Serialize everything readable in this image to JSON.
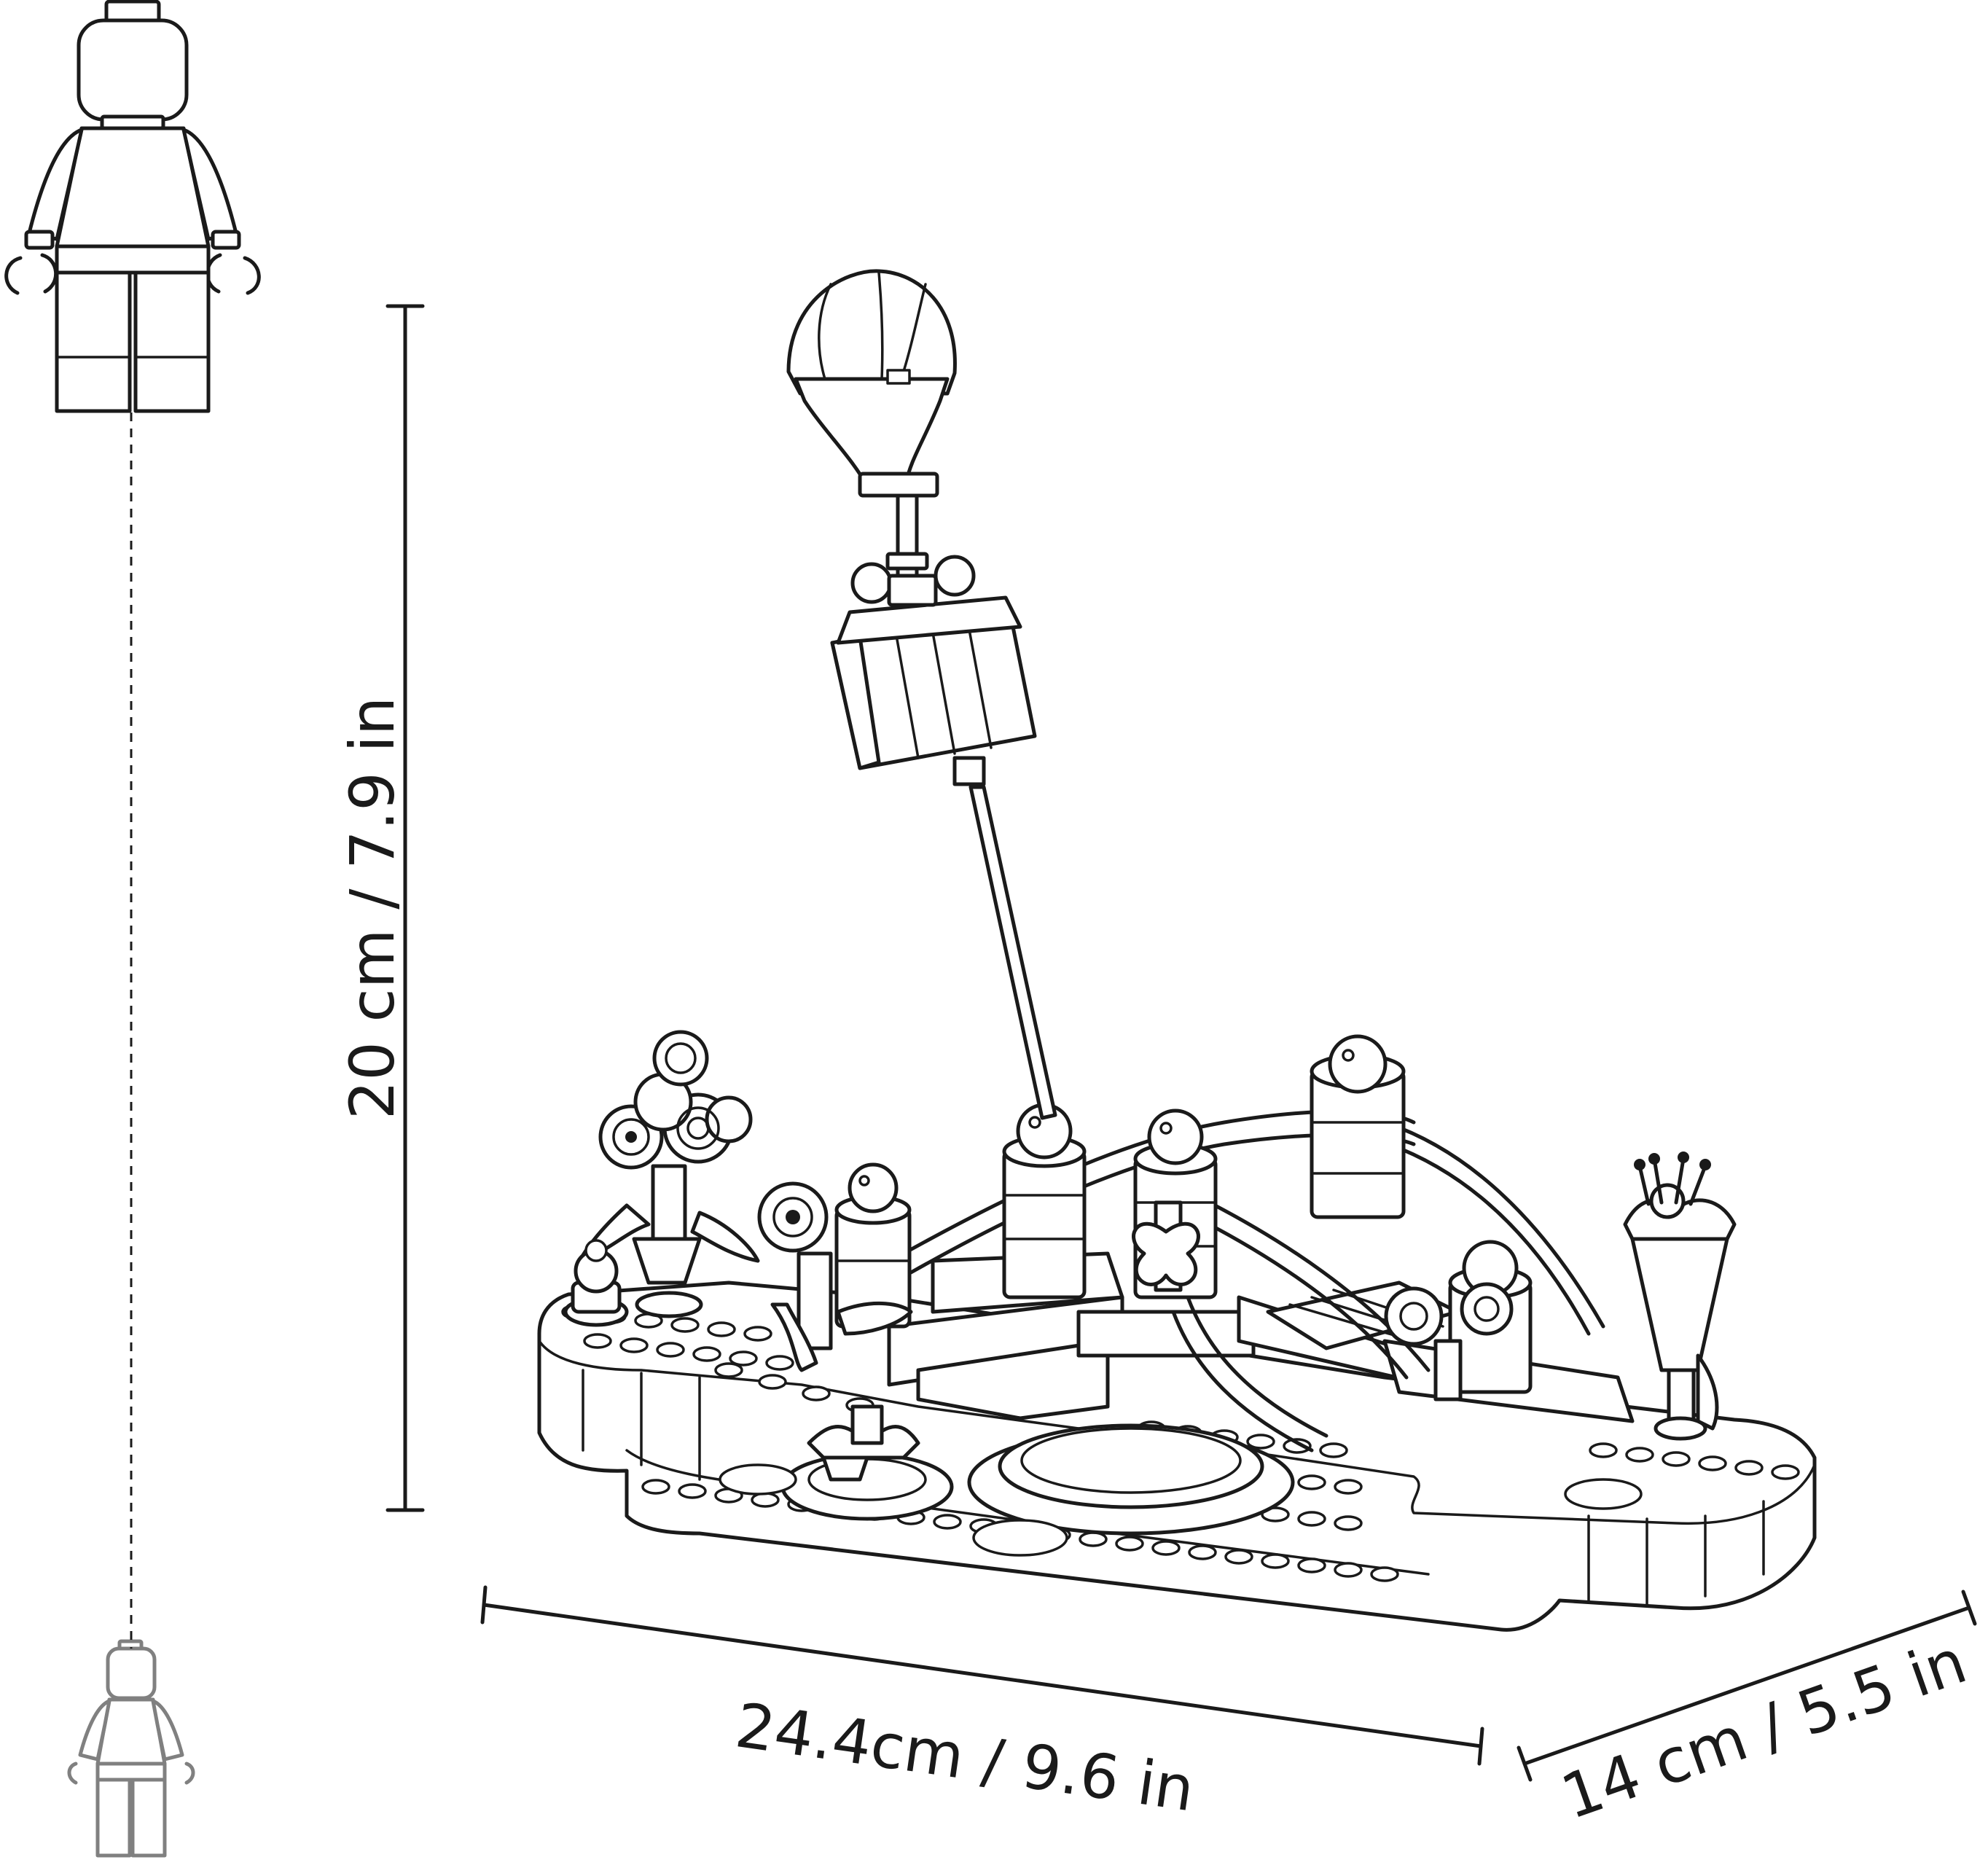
{
  "dimensions": {
    "height_label": "20 cm / 7.9 in",
    "width_label": "24.4cm / 9.6 in",
    "depth_label": "14 cm / 5.5 in"
  },
  "colors": {
    "line": "#1a1a1a",
    "background": "#ffffff"
  },
  "icons": {
    "scale_reference_large": "minifigure-icon",
    "scale_reference_small": "minifigure-icon"
  }
}
